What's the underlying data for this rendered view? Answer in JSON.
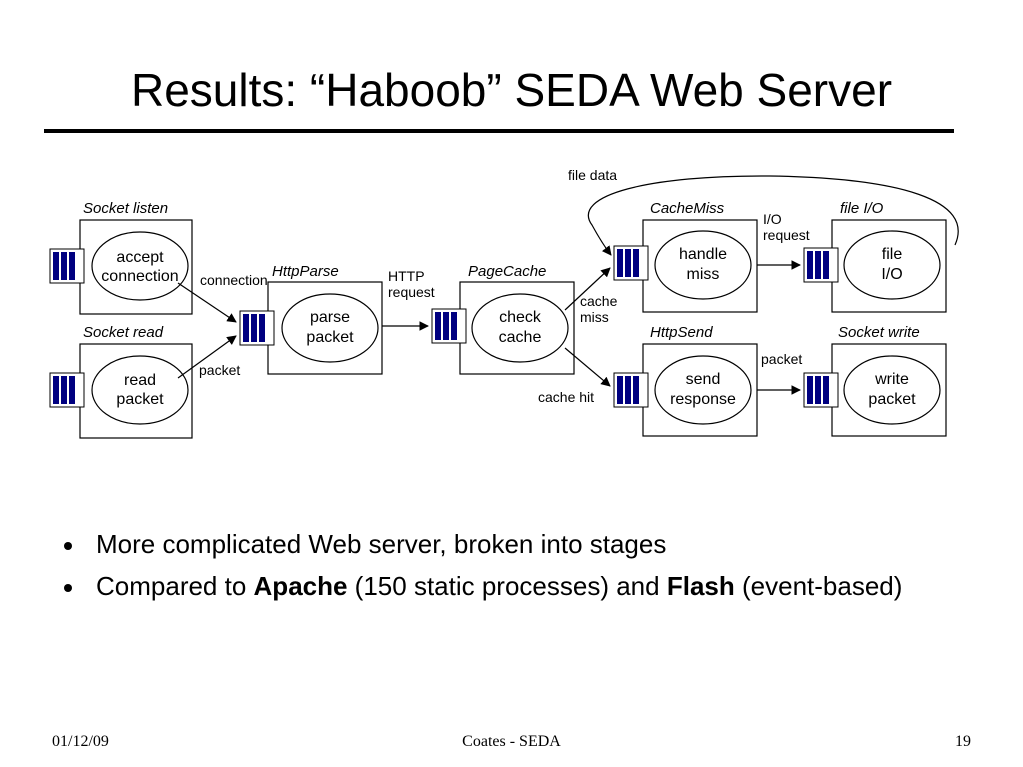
{
  "slide": {
    "title": "Results: “Haboob” SEDA Web Server"
  },
  "diagram": {
    "stages": {
      "socket_listen": {
        "name": "Socket listen",
        "line1": "accept",
        "line2": "connection"
      },
      "socket_read": {
        "name": "Socket read",
        "line1": "read",
        "line2": "packet"
      },
      "http_parse": {
        "name": "HttpParse",
        "line1": "parse",
        "line2": "packet"
      },
      "page_cache": {
        "name": "PageCache",
        "line1": "check",
        "line2": "cache"
      },
      "cache_miss": {
        "name": "CacheMiss",
        "line1": "handle",
        "line2": "miss"
      },
      "file_io": {
        "name": "file I/O",
        "line1": "file",
        "line2": "I/O"
      },
      "http_send": {
        "name": "HttpSend",
        "line1": "send",
        "line2": "response"
      },
      "socket_write": {
        "name": "Socket write",
        "line1": "write",
        "line2": "packet"
      }
    },
    "edge_labels": {
      "connection": "connection",
      "packet_in": "packet",
      "http_request_1": "HTTP",
      "http_request_2": "request",
      "cache_miss_1": "cache",
      "cache_miss_2": "miss",
      "cache_hit": "cache hit",
      "io_request_1": "I/O",
      "io_request_2": "request",
      "packet_out": "packet",
      "file_data": "file data"
    }
  },
  "bullets": [
    {
      "text": "More complicated Web server, broken into stages"
    },
    {
      "part1": "Compared to ",
      "bold1": "Apache",
      "part2": " (150 static processes) and ",
      "bold2": "Flash",
      "part3": " (event-based)"
    }
  ],
  "footer": {
    "date": "01/12/09",
    "center": "Coates - SEDA",
    "page": "19"
  }
}
